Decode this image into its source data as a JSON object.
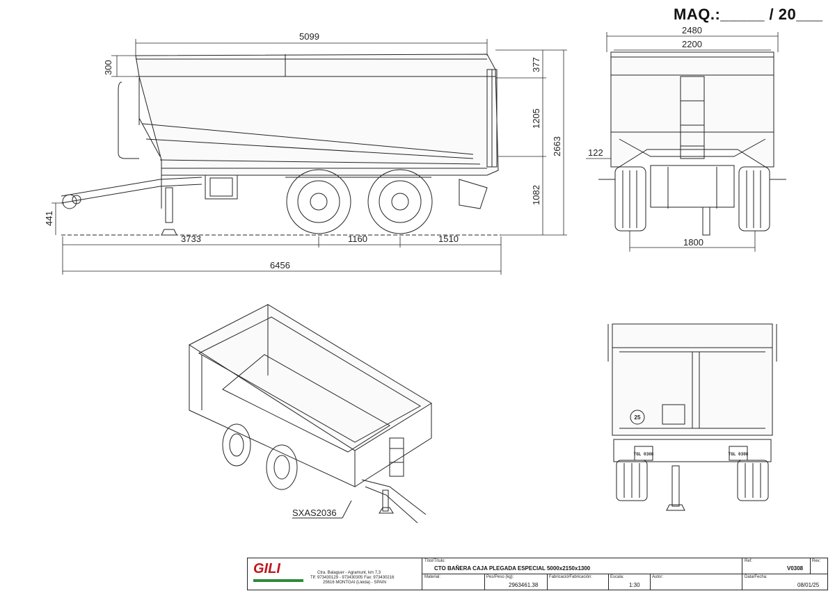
{
  "header": {
    "maq_label": "MAQ.:_____ / 20___"
  },
  "side_view": {
    "dims": {
      "overall_box": "5099",
      "rail_height": "300",
      "upper": "377",
      "box_height": "1205",
      "total_height": "2663",
      "ground_to_frame": "1082",
      "hitch_height": "441",
      "hitch_to_axle": "3733",
      "axle_spacing": "1160",
      "axle_to_rear": "1510",
      "total_length": "6456"
    }
  },
  "front_view": {
    "dims": {
      "outer_width": "2480",
      "inner_width": "2200",
      "side_step": "122",
      "track": "1800"
    }
  },
  "rear_view": {
    "plates": [
      "TGL 0308",
      "TGL 0308"
    ],
    "badge": "25"
  },
  "iso_view": {
    "label": "SXAS2036"
  },
  "title_block": {
    "company": "GILI",
    "address_1": "Ctra. Balaguer - Agramunt, km 7,3",
    "address_2": "Tlf: 973430129 - 973430305 Fax: 973430216",
    "address_3": "25616 MONTGAI (Lleida) - SPAIN",
    "titulo_label": "Títol/Título:",
    "titulo": "CTO BAÑERA CAJA PLEGADA ESPECIAL 5000x2150x1300",
    "ref_label": "Ref:",
    "ref": "V0308",
    "rev_label": "Rev:",
    "material_label": "Material:",
    "peso_label": "Pes/Peso (kg):",
    "peso": "2963461.38",
    "fabricacion_label": "Fabricació/Fabricación:",
    "escala_label": "Escala:",
    "escala": "1:30",
    "autor_label": "Autor:",
    "fecha_label": "Data/Fecha:",
    "fecha": "08/01/25"
  }
}
